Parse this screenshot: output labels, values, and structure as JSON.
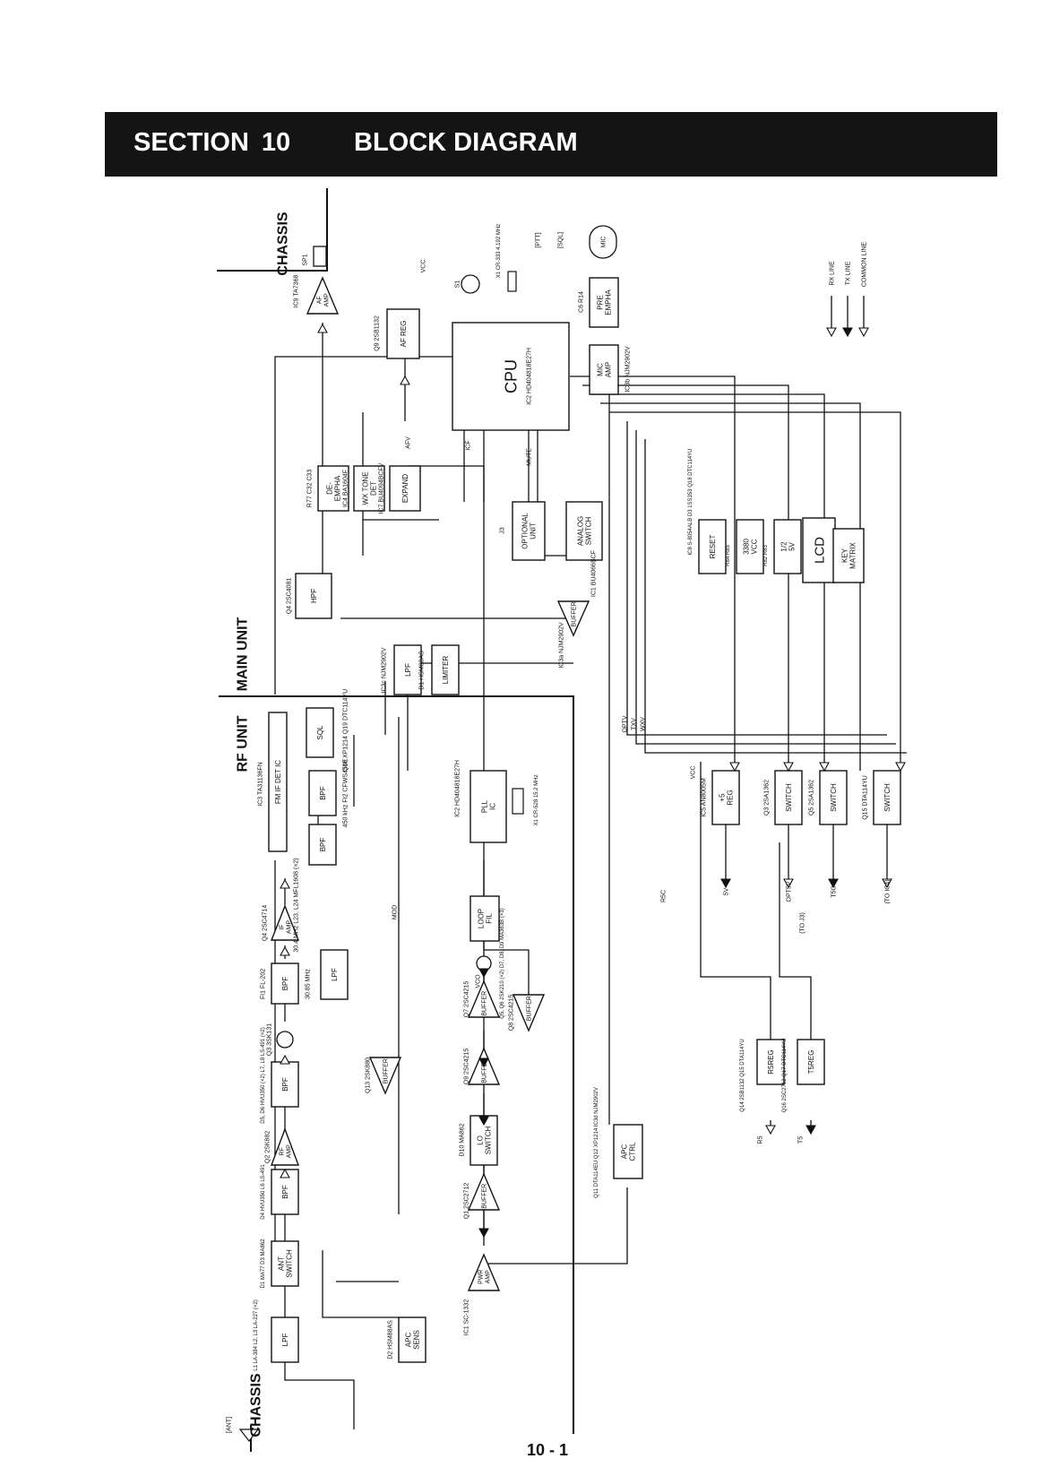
{
  "header": {
    "section_label": "SECTION",
    "section_number": "10",
    "title": "BLOCK DIAGRAM"
  },
  "page_number": "10 - 1",
  "regions": {
    "chassis_top": "CHASSIS",
    "chassis_bottom": "CHASSIS",
    "main_unit": "MAIN UNIT",
    "rf_unit": "RF UNIT"
  },
  "legend": {
    "rx_line": "RX LINE",
    "tx_line": "TX LINE",
    "common_line": "COMMON LINE"
  },
  "signals": {
    "vcc": "VCC",
    "afv": "AFV",
    "icf": "ICF",
    "mute": "MUTE",
    "mod": "MOD",
    "vco": "VCO",
    "optv": "OPTV",
    "txv": "TXV",
    "wxv": "WXV",
    "vcc2": "VCC",
    "r5c": "R5C",
    "out_5v": "5V",
    "out_opt5v": "OPT5V",
    "out_t5c": "T5C",
    "to_j3": "(TO J3)",
    "to_ic4": "(TO IC4)",
    "out_r5": "R5",
    "out_t5": "T5",
    "ant": "[ANT]",
    "ptt": "[PTT]",
    "sql_sw": "[SQL]",
    "mic": "MIC",
    "sp1": "SP1",
    "s1": "S1"
  },
  "blocks": {
    "cpu": {
      "label": "CPU",
      "ref": "IC2",
      "part": "HD404818E27H"
    },
    "af_amp": {
      "label": "AF\nAMP",
      "ref": "IC9",
      "part": "TA7368"
    },
    "af_reg": {
      "label": "AF REG",
      "ref": "Q9",
      "part": "2SB1132"
    },
    "pre_empha": {
      "label": "PRE\nEMPHA",
      "ref": "C6 R14"
    },
    "mic_amp": {
      "label": "MIC\nAMP",
      "ref": "IC3b",
      "part": "NJM2902V"
    },
    "x1_cpu": {
      "ref": "X1",
      "part": "CR-333",
      "freq": "4.192 MHz"
    },
    "de_empha": {
      "label": "DE-\nEMPHA",
      "ref": "R77 C32 C33"
    },
    "wx_tone": {
      "label": "WX TONE\nDET",
      "ref": "IC4",
      "part": "BA1604F"
    },
    "expand": {
      "label": "EXPAND",
      "ref": "IC7",
      "part": "BU4094BCFV"
    },
    "optional_unit": {
      "label": "OPTIONAL\nUNIT",
      "ref": "J3"
    },
    "analog_switch": {
      "label": "ANALOG\nSWITCH",
      "ref": "IC1",
      "part": "BU4066BCF"
    },
    "reset": {
      "label": "RESET",
      "ref": "IC8 S-8054ALB D3 1SS353 Q18 DTC114YU"
    },
    "vcc_reg": {
      "label": "3380\nVCC",
      "ref": "R84 R85"
    },
    "half_5v": {
      "label": "1/2\n5V",
      "ref": "R82 R83"
    },
    "lcd": {
      "label": "LCD"
    },
    "key_matrix": {
      "label": "KEY\nMATRIX"
    },
    "hpf": {
      "label": "HPF",
      "ref": "Q4",
      "part": "2SC4081"
    },
    "buffer_ic3a": {
      "label": "BUFFER",
      "ref": "IC3a",
      "part": "NJM2902V"
    },
    "lpf_ic3c": {
      "label": "LPF",
      "ref": "IC3c",
      "part": "NJM2902V"
    },
    "limiter": {
      "label": "LIMITER",
      "ref": "D1",
      "part": "HSM88AS"
    },
    "sql": {
      "label": "SQL",
      "ref": "Q18 XP1214 Q19 DTC114YU"
    },
    "fm_if": {
      "label": "FM IF DET IC",
      "ref": "IC3",
      "part": "TA31136FN"
    },
    "bpf_450": {
      "label": "BPF",
      "ref": "FI2 CFWS450E",
      "freq": "450 kHz"
    },
    "bpf_if2": {
      "label": "BPF",
      "ref": "L23, L24 MFL1608 (×2)",
      "freq": "30.4 MHz"
    },
    "if_amp": {
      "label": "IF\nAMP",
      "ref": "Q4",
      "part": "2SC4714"
    },
    "bpf_fi1": {
      "label": "BPF",
      "ref": "FI1",
      "part": "FL-202",
      "freq": "30.85 MHz"
    },
    "mixer": {
      "ref": "Q3",
      "part": "3SK131"
    },
    "bpf_rf2": {
      "label": "BPF",
      "ref": "D5, D6 HVU350 (×2) L7, L8 LS-491 (×2)"
    },
    "rf_amp": {
      "label": "RF\nAMP",
      "ref": "Q2",
      "part": "2SK882"
    },
    "bpf_rf1": {
      "label": "BPF",
      "ref": "D4 HVU350 L6 LS-491"
    },
    "ant_switch": {
      "label": "ANT\nSWITCH",
      "ref": "D1 MA77 D3 MA862"
    },
    "lpf_ant": {
      "label": "LPF",
      "ref": "L1 LA-384 L2, L3 LA-227 (×2)"
    },
    "apc_sens": {
      "label": "APC\nSENS",
      "ref": "D2",
      "part": "HSM88AS"
    },
    "pwr_amp": {
      "label": "PWR\nAMP",
      "ref": "IC1",
      "part": "SC-1332"
    },
    "buffer_q1": {
      "label": "BUFFER",
      "ref": "Q1",
      "part": "2SC2712"
    },
    "lo_switch": {
      "label": "LO\nSWITCH",
      "ref": "D10",
      "part": "MA862"
    },
    "buffer_q9": {
      "label": "BUFFER",
      "ref": "Q9",
      "part": "2SC4215"
    },
    "buffer_q7": {
      "label": "BUFFER",
      "ref": "Q7",
      "part": "2SC4215"
    },
    "buffer_q8": {
      "label": "BUFFER",
      "ref": "Q8",
      "part": "2SC4215"
    },
    "buffer_q13": {
      "label": "BUFFER",
      "ref": "Q13",
      "part": "2SK880"
    },
    "lpf_tx": {
      "label": "LPF"
    },
    "vco": {
      "ref": "Q5, Q6 2SK210 (×2) D7, D8, D9 MA363B (×3)"
    },
    "loop_fil": {
      "label": "LOOP\nFIL"
    },
    "pll_ic": {
      "label": "PLL\nIC",
      "ref": "IC2",
      "part": "HD404818E27H"
    },
    "x1_pll": {
      "ref": "X1",
      "part": "CR-528",
      "freq": "15.2 MHz"
    },
    "apc_ctrl": {
      "label": "APC\nCTRL",
      "ref": "Q11 DTA114EU Q12 XP1214 IC3d NJM2902V"
    },
    "reg_5v": {
      "label": "+5\nREG",
      "ref": "IC5",
      "part": "AN8005M"
    },
    "switch_q3": {
      "label": "SWITCH",
      "ref": "Q3",
      "part": "2SA1362"
    },
    "switch_q5": {
      "label": "SWITCH",
      "ref": "Q5",
      "part": "2SA1362"
    },
    "switch_q15": {
      "label": "SWITCH",
      "ref": "Q15",
      "part": "DTA114YU"
    },
    "r5reg": {
      "label": "R5REG",
      "ref": "Q14 2SB1132 Q15 DTA114YU"
    },
    "t5reg": {
      "label": "T5REG",
      "ref": "Q16 2SC2712 Q17 DTC114YU"
    }
  }
}
